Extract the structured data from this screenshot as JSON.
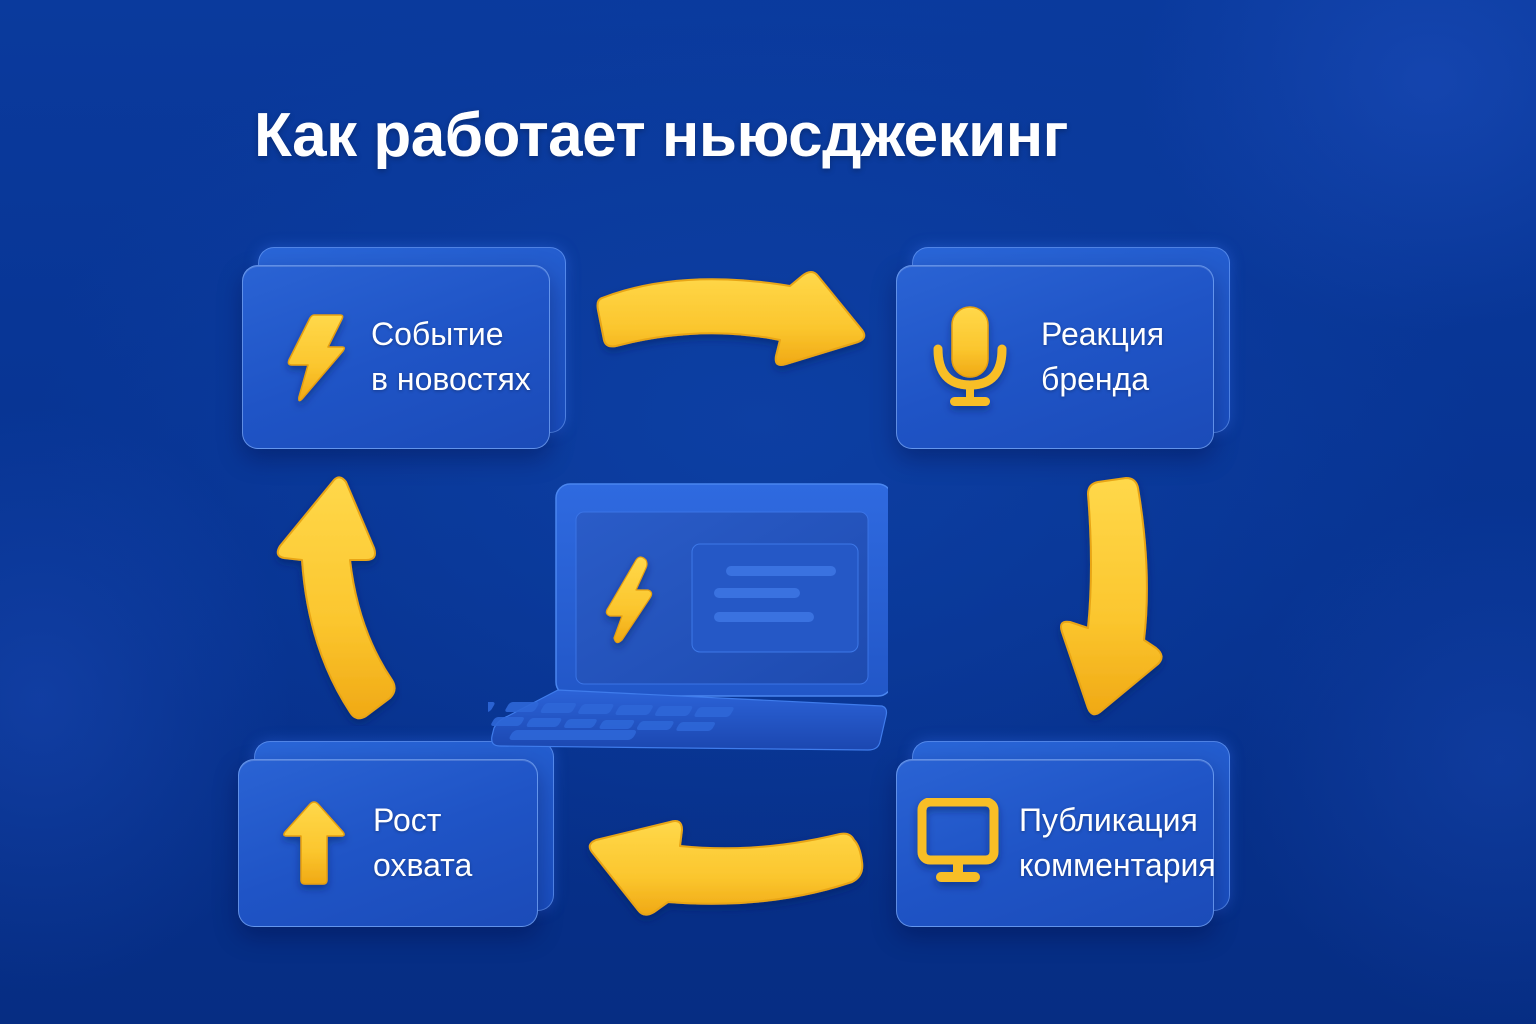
{
  "title": "Как работает ньюсджекинг",
  "colors": {
    "background": "#073391",
    "card": "#1f54c6",
    "card_border": "#8cb9ff",
    "accent_yellow": "#fbc62e",
    "text": "#ffffff"
  },
  "steps": [
    {
      "id": "event",
      "icon": "lightning-icon",
      "line1": "Событие",
      "line2": "в новостях"
    },
    {
      "id": "reaction",
      "icon": "microphone-icon",
      "line1": "Реакция",
      "line2": "бренда"
    },
    {
      "id": "publish",
      "icon": "monitor-icon",
      "line1": "Публикация",
      "line2": "комментария"
    },
    {
      "id": "reach",
      "icon": "arrow-up-icon",
      "line1": "Рост",
      "line2": "охвата"
    }
  ],
  "flow": [
    {
      "from": "event",
      "to": "reaction",
      "direction": "right"
    },
    {
      "from": "reaction",
      "to": "publish",
      "direction": "down"
    },
    {
      "from": "publish",
      "to": "reach",
      "direction": "left"
    },
    {
      "from": "reach",
      "to": "event",
      "direction": "up"
    }
  ],
  "center_illustration": {
    "type": "laptop",
    "screen_icon": "lightning-icon",
    "screen_content": "text-lines-panel"
  }
}
